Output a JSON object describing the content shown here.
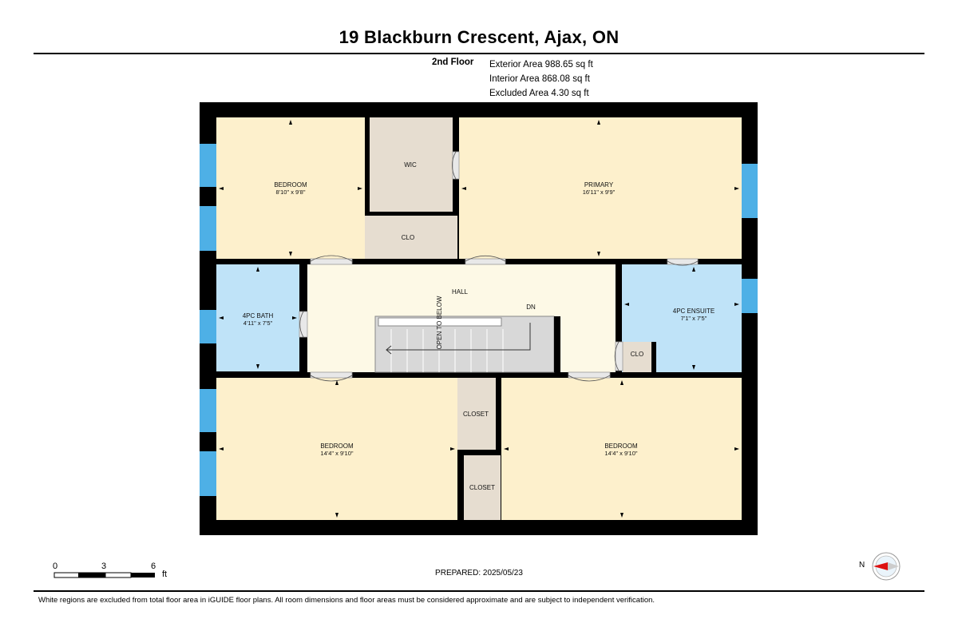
{
  "title": "19 Blackburn Crescent, Ajax, ON",
  "floor": {
    "name": "2nd Floor",
    "exterior_area": "Exterior Area 988.65 sq ft",
    "interior_area": "Interior Area 868.08 sq ft",
    "excluded_area": "Excluded Area 4.30 sq ft"
  },
  "rooms": {
    "bedroom_nw": {
      "name": "BEDROOM",
      "dims": "8'10\" x 9'8\""
    },
    "wic": {
      "name": "WIC"
    },
    "clo_top": {
      "name": "CLO"
    },
    "primary": {
      "name": "PRIMARY",
      "dims": "16'11\" x 9'9\""
    },
    "bath": {
      "name": "4PC BATH",
      "dims": "4'11\" x 7'5\""
    },
    "hall": {
      "name": "HALL"
    },
    "dn": {
      "name": "DN"
    },
    "open_to_below": {
      "name": "OPEN TO BELOW"
    },
    "ensuite": {
      "name": "4PC ENSUITE",
      "dims": "7'1\" x 7'5\""
    },
    "clo_ensuite": {
      "name": "CLO"
    },
    "closet_upper": {
      "name": "CLOSET"
    },
    "closet_lower": {
      "name": "CLOSET"
    },
    "bedroom_sw": {
      "name": "BEDROOM",
      "dims": "14'4\" x 9'10\""
    },
    "bedroom_se": {
      "name": "BEDROOM",
      "dims": "14'4\" x 9'10\""
    }
  },
  "colors": {
    "bedroom": "#fdf0cc",
    "bath": "#bfe3f8",
    "hall": "#fdf9e6",
    "closet": "#e6ddd0",
    "window": "#4eb0e6",
    "wall": "#000000"
  },
  "scale_bar": {
    "zero": "0",
    "mid": "3",
    "max": "6",
    "unit": "ft"
  },
  "compass": {
    "north_label": "N"
  },
  "prepared": "PREPARED: 2025/05/23",
  "footer": "White regions are excluded from total floor area in iGUIDE floor plans. All room dimensions and floor areas must be considered approximate and are subject to independent verification."
}
